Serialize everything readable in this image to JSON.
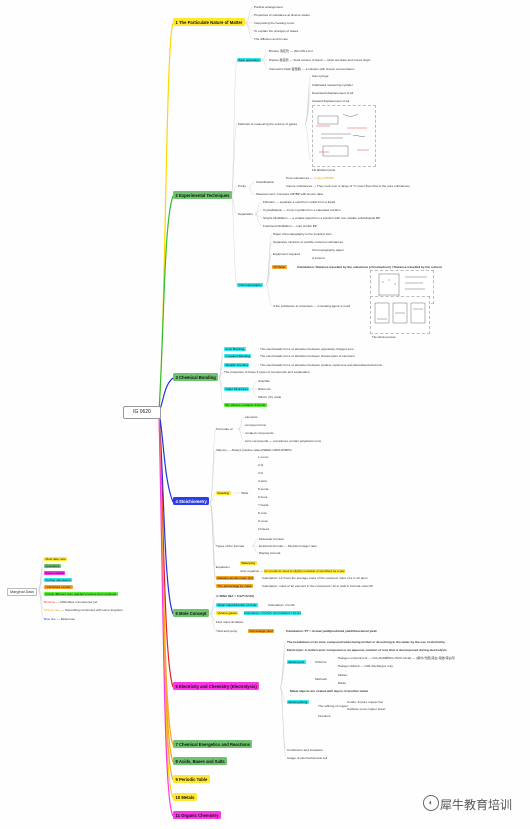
{
  "root": "IG 0620",
  "sections": {
    "s1": "1 The Particulate Nature of Matter",
    "s2": "2 Experimental Techniques",
    "s3": "3 Chemical Bonding",
    "s4": "4 Stoichiometry",
    "s5": "5 Mole Concept",
    "s6": "6 Electricity and Chemistry (Electrolysis)",
    "s7": "7 Chemical Energetics and Reactions",
    "s8": "8 Acids, Bases and Salts",
    "s9": "9 Periodic Table",
    "s10": "10 Metals",
    "s11": "11 Organic Chemistry"
  },
  "s1_items": [
    "Particle arrangement",
    "Properties of substance at diverse states",
    "Interpreting the heating curve",
    "To explain the changes of states",
    "The diffusion and its rate"
  ],
  "s2": {
    "apparatus": "Bear apparatus",
    "burette": "Burette 滴定管",
    "burette_val": "20cm³/0.1cm³",
    "pipette": "Pipette 移液管",
    "pipette_val": "fixed volume of liquid",
    "pipette_note": "Must accurate and mixed origin",
    "flask": "Volumetric flask 容量瓶",
    "flask_val": "a solution with known concentration",
    "methods": "Methods of measuring the volume of gases",
    "gas_items": [
      "Gas syringe",
      "Calibrated measuring cylinder",
      "Downward displacement of air",
      "Upward displacement of air"
    ],
    "fill_label": "Fill labelled parts",
    "purity": "Purity",
    "classification": "Classification",
    "pure": "Pure substances",
    "pure_val": "Unique MP/BP",
    "impure": "Impure substances",
    "impure_val": "They melt over a range of °C lower than that of the pure substances",
    "measurement": "Measurement: Compare MP/BP with known data",
    "separation": "Separation",
    "filtration": "Filtration",
    "filtration_val": "separate a solid from solids from a liquid",
    "cryst": "Crystallisation",
    "cryst_val": "Form crystals from a saturated solution",
    "simple": "Simple Distillation",
    "simple_val": "a volatile liquid from a solution with non-volatile solids/liquids BP",
    "fractional": "Fractional Distillation",
    "fractional_val": "Like similar BP",
    "chrom": "Chromatography",
    "chrom_items": [
      "Paper chromatography is the simplest form",
      "Separates mixtures of soluble coloured substances"
    ],
    "equipment": "Equipment required",
    "eq1": "Chromatography paper",
    "eq2": "A solvent",
    "rf": "Rf Value",
    "rf_val": "Calculation: Distance travelled by the substance (chromophore) / Distance travelled by the solvent",
    "if_not": "If the substance is colourless",
    "if_not_val": "A locating agent is used",
    "caption": "The whole process"
  },
  "s3": {
    "ionic": "Ionic Bonding",
    "ionic_val": "The electrostatic force of attraction between oppositely charged ions",
    "covalent": "Covalent Bonding",
    "covalent_val": "The electrostatic force of attraction between shared pairs of electrons",
    "metallic": "Metallic bonding",
    "metallic_val": "The electrostatic force of attraction between positive metal ions and delocalised electrons",
    "props": "The properties of these 3 types of compounds and explanation",
    "giant": "Giant Structures",
    "g1": "Graphite",
    "g2": "Diamond",
    "g3": "Silicon (IV) oxide",
    "mnemonic": "My silicone contains 4-bonds"
  },
  "s4": {
    "formulae": "Formulae of",
    "f_items": [
      "elements",
      "compound ions",
      "covalent compounds",
      "ionic compounds"
    ],
    "f_note": "sometimes contain polyatomic ions",
    "valency": "Valency",
    "valency_val": "Always positive values/SEEK GROUP/MHG",
    "table": "Table",
    "rows": [
      "1 mono",
      "2 di",
      "3 tri",
      "4 tetra",
      "5 penta",
      "6 hexa",
      "7 hepta",
      "8 octa",
      "9 nona",
      "10 deca"
    ],
    "reading": "Reading",
    "types": "Types of the formula",
    "t1": "Molecular formula",
    "t2": "Empirical formula",
    "t2_val": "Simplest integer ratio",
    "t3": "Display formula",
    "equations": "Equations",
    "balancing": "Balancing",
    "ionic_eq": "Ionic equation",
    "ionic_eq_val": "Ion products need to slightly unstable or identified as a gas",
    "ram": "Relative atomic mass (Ar)",
    "ram_val": "Calculation: 12 times the average mass of the isotopes/ mass of a C-12 atom",
    "pct": "The percentage by mass",
    "pct_val": "Calculation: mass of an element in the compound / 12 to total in formula mass Mr"
  },
  "s5": {
    "avogadro": "n=N/NA (NA = 6.02*10^23)",
    "molar": "Molar mass/Number of mole",
    "molar_val": "Calculation: n=m/M",
    "gases": "Volume gases",
    "gases_val": "Calculation: n=V/Vm (Vm=24dm3 / 22.4L)",
    "limiting": "Find mass limitation",
    "yield": "Yield and purity",
    "pct_yield": "Percentage yield",
    "yield_val": "Calculation: PY = Actual yield/predicted yield/theoretical yield"
  },
  "s6": {
    "breakdown": "The breakdown of an ionic compound when being molten or dissolving in the water by the use of electricity",
    "electrolyte": "Electrolyte: A molten ionic compound or an aqueous solution of ions that is decomposed during electrolysis",
    "electrolysis": "Electrolysis",
    "chlorine": "Chlorine",
    "cl1": "Halogen environment",
    "cl1_val": "CI2+H2O⇌HCl+HClO (Acid)",
    "cl1_note": "(紫外/光照)漂白 用途/漂白剂",
    "cl2": "Halogen diluted",
    "cl2_val": "CR4 discharges only",
    "methods": "Methods",
    "m1": "Molten",
    "m2": "Dilute",
    "electroplating": "Electroplating",
    "ep_def": "Metal objects are coated with layers of another metal",
    "refining": "The refining of copper",
    "r1": "Anode: Impure copper bar",
    "r2": "Cathode: pure copper sheet",
    "functions": "functions",
    "conductors": "Conductors and insulators",
    "uses": "Usage of electrochemical cell"
  },
  "legend": {
    "title": "Marginal Data",
    "items": [
      "Must take note",
      "Questions",
      "Exam-related",
      "Further discussion",
      "Unfinished content",
      "Points different from teacher's lecture from textbook"
    ],
    "red": "Red line",
    "red_val": "Difficulties encountered yet",
    "orange": "Orange line",
    "orange_val": "Something mentioned with some forgotten",
    "blue": "Blue line",
    "blue_val": "Reference"
  },
  "watermark": "犀牛教育培训",
  "colors": {
    "yellow": "#ffe82e",
    "green": "#6fc36f",
    "magenta": "#ff35e8",
    "cyan": "#2ee8ee",
    "orange": "#f5a623",
    "blue": "#2b3de8",
    "red": "#ef2f2f",
    "lime": "#55ee33"
  }
}
